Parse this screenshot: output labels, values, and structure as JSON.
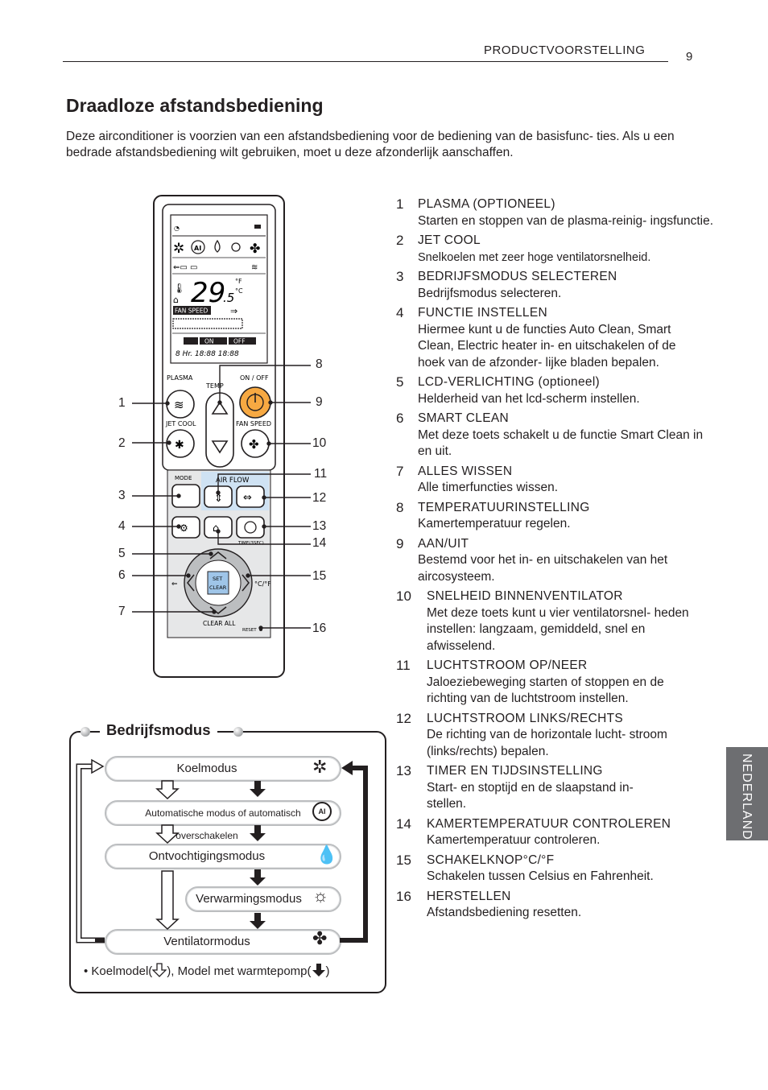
{
  "header": {
    "section": "PRODUCTVOORSTELLING",
    "page": "9"
  },
  "title": "Draadloze afstandsbediening",
  "intro": "Deze airconditioner is voorzien van een afstandsbediening voor de bediening van de basisfunc- ties. Als u een bedrade afstandsbediening wilt gebruiken, moet u deze afzonderlijk aanschaffen.",
  "side_tab": "NEDERLANDS",
  "remote": {
    "temp_main": "29",
    "temp_decimal": ".5",
    "unit_f": "°F",
    "unit_c": "°C",
    "fan_speed_label": "FAN SPEED",
    "on_label": "ON",
    "off_label": "OFF",
    "timer_text": "8 Hr.   18:88   18:88",
    "plasma": "PLASMA",
    "temp": "TEMP",
    "onoff": "ON / OFF",
    "jetcool": "JET COOL",
    "fanspeed": "FAN SPEED",
    "mode": "MODE",
    "airflow": "AIR FLOW",
    "timesec": "TIME(3SEC)",
    "set": "SET",
    "clear": "CLEAR",
    "clearall": "CLEAR ALL",
    "reset": "RESET",
    "cf": "°C/°F"
  },
  "callouts": [
    "1",
    "2",
    "3",
    "4",
    "5",
    "6",
    "7",
    "8",
    "9",
    "10",
    "11",
    "12",
    "13",
    "14",
    "15",
    "16"
  ],
  "items": [
    {
      "n": "1",
      "t": "PLASMA (OPTIONEEL)",
      "d": "Starten en stoppen van de plasma-reinig- ingsfunctie."
    },
    {
      "n": "2",
      "t": "JET COOL",
      "d": "Snelkoelen met zeer hoge ventilatorsnelheid."
    },
    {
      "n": "3",
      "t": "BEDRIJFSMODUS SELECTEREN",
      "d": "Bedrijfsmodus selecteren."
    },
    {
      "n": "4",
      "t": "FUNCTIE INSTELLEN",
      "d": "Hiermee kunt u de functies Auto Clean, Smart Clean, Electric heater in- en uitschakelen of de hoek van de afzonder- lijke bladen bepalen."
    },
    {
      "n": "5",
      "t": "LCD-VERLICHTING (optioneel)",
      "d": "Helderheid van het lcd-scherm instellen."
    },
    {
      "n": "6",
      "t": "SMART CLEAN",
      "d": "Met deze toets schakelt u de functie Smart Clean in en uit."
    },
    {
      "n": "7",
      "t": "ALLES WISSEN",
      "d": "Alle timerfuncties wissen."
    },
    {
      "n": "8",
      "t": "TEMPERATUURINSTELLING",
      "d": "Kamertemperatuur regelen."
    },
    {
      "n": "9",
      "t": "AAN/UIT",
      "d": "Bestemd voor het in- en uitschakelen van het aircosysteem."
    },
    {
      "n": "10",
      "t": "SNELHEID BINNENVENTILATOR",
      "d": "Met deze toets kunt u vier ventilatorsnel- heden instellen: langzaam, gemiddeld, snel en afwisselend."
    },
    {
      "n": "11",
      "t": "LUCHTSTROOM OP/NEER",
      "d": "Jaloeziebeweging starten of stoppen en de richting van de luchtstroom instellen."
    },
    {
      "n": "12",
      "t": "LUCHTSTROOM LINKS/RECHTS",
      "d": "De richting van de horizontale lucht- stroom (links/rechts) bepalen."
    },
    {
      "n": "13",
      "t": "TIMER EN TIJDSINSTELLING",
      "d": "Start- en stoptijd en de slaapstand in- stellen."
    },
    {
      "n": "14",
      "t": "KAMERTEMPERATUUR CONTROLEREN",
      "d": "Kamertemperatuur controleren."
    },
    {
      "n": "15",
      "t": "SCHAKELKNOP°C/°F",
      "d": "Schakelen tussen Celsius en Fahrenheit."
    },
    {
      "n": "16",
      "t": "HERSTELLEN",
      "d": "Afstandsbediening resetten."
    }
  ],
  "modes": {
    "title": "Bedrijfsmodus",
    "list": [
      "Koelmodus",
      "Automatische modus of automatisch overschakelen",
      "Ontvochtigingsmodus",
      "Verwarmingsmodus",
      "Ventilatormodus"
    ],
    "note_prefix": "• Koelmodel(",
    "note_middle": "), Model met warmtepomp(",
    "note_suffix": ")"
  }
}
